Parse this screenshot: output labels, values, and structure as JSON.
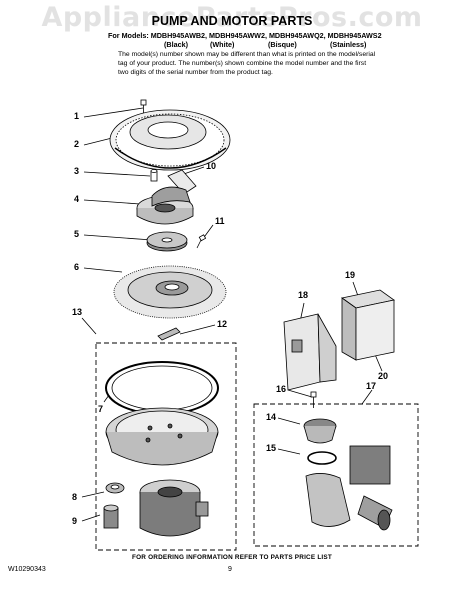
{
  "watermark": "AppliancePartsPros.com",
  "header": {
    "title": "PUMP AND MOTOR PARTS",
    "models_line": "For Models: MDBH945AWB2, MDBH945AWW2, MDBH945AWQ2, MDBH945AWS2",
    "finishes": [
      "(Black)",
      "(White)",
      "(Bisque)",
      "(Stainless)"
    ],
    "note": "The model(s) number shown may be different than what is printed on the model/serial tag of your product. The number(s) shown combine the model number and the first two digits of the serial number from the product tag."
  },
  "callouts": [
    "1",
    "2",
    "3",
    "4",
    "5",
    "6",
    "7",
    "8",
    "9",
    "10",
    "11",
    "12",
    "13",
    "14",
    "15",
    "16",
    "17",
    "18",
    "19",
    "20"
  ],
  "footer": {
    "order_info": "FOR ORDERING INFORMATION REFER TO PARTS PRICE LIST",
    "doc_code": "W10290343",
    "page_number": "9"
  }
}
